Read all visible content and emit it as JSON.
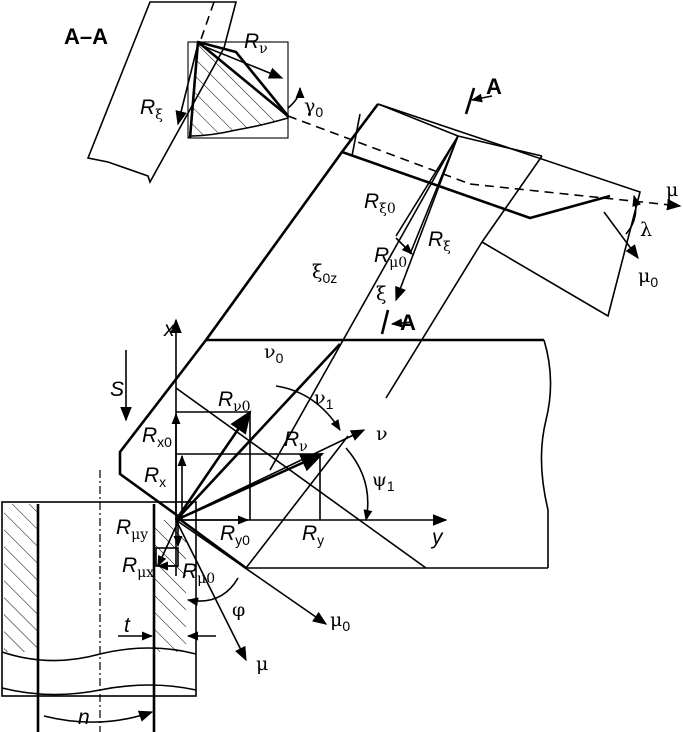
{
  "section_title": "A–A",
  "section_marker": "A",
  "labels": {
    "R_nu_sec": {
      "main": "R",
      "sub": "ν"
    },
    "R_xi_sec": {
      "main": "R",
      "sub": "ξ"
    },
    "gamma0": {
      "main": "γ",
      "sub": "0"
    },
    "R_xi0": {
      "main": "R",
      "sub": "ξ0"
    },
    "R_mu0_top": {
      "main": "R",
      "sub": "μ0"
    },
    "R_xi": {
      "main": "R",
      "sub": "ξ"
    },
    "xi0z": {
      "main": "ξ",
      "sub": "0z"
    },
    "xi": {
      "main": "ξ",
      "sub": ""
    },
    "mu_top": {
      "main": "μ",
      "sub": ""
    },
    "lambda": {
      "main": "λ",
      "sub": ""
    },
    "mu0_right": {
      "main": "μ",
      "sub": "0"
    },
    "nu0": {
      "main": "ν",
      "sub": "0"
    },
    "nu1": {
      "main": "ν",
      "sub": "1"
    },
    "nu": {
      "main": "ν",
      "sub": ""
    },
    "psi1": {
      "main": "ψ",
      "sub": "1"
    },
    "x": {
      "main": "x",
      "sub": ""
    },
    "y": {
      "main": "y",
      "sub": ""
    },
    "S": {
      "main": "S",
      "sub": ""
    },
    "R_nu0": {
      "main": "R",
      "sub": "ν0"
    },
    "R_nu": {
      "main": "R",
      "sub": "ν"
    },
    "R_x0": {
      "main": "R",
      "sub": "x0"
    },
    "R_x": {
      "main": "R",
      "sub": "x"
    },
    "R_y0": {
      "main": "R",
      "sub": "y0"
    },
    "R_y": {
      "main": "R",
      "sub": "y"
    },
    "R_muy": {
      "main": "R",
      "sub": "μy"
    },
    "R_mux": {
      "main": "R",
      "sub": "μx"
    },
    "R_mu0": {
      "main": "R",
      "sub": "μ0"
    },
    "phi": {
      "main": "φ",
      "sub": ""
    },
    "mu0_bottom": {
      "main": "μ",
      "sub": "0"
    },
    "mu_bottom": {
      "main": "μ",
      "sub": ""
    },
    "t": {
      "main": "t",
      "sub": ""
    },
    "n": {
      "main": "n",
      "sub": ""
    }
  }
}
